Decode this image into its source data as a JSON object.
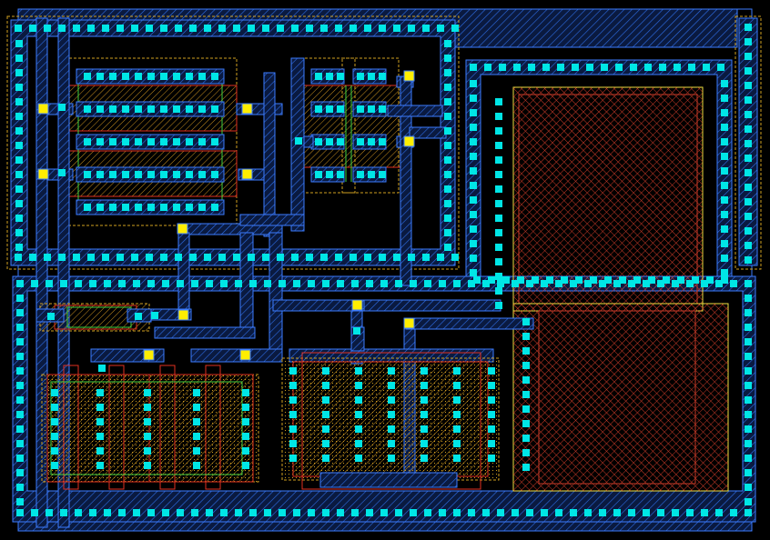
{
  "colors": {
    "background": "#000000",
    "metal1": "#2f6fe8",
    "metal1_line": "#3c7cff",
    "contact": "#00e6e6",
    "via": "#ffee00",
    "poly": "#e03020",
    "pdiff": "#c8a020",
    "ndiff": "#e0b030",
    "nwell": "#f0c040",
    "active_green": "#40d040",
    "cap_plate": "#c84030",
    "cap_outline": "#f0e040"
  },
  "layers": [
    "metal1",
    "metal2",
    "poly",
    "pdiff",
    "ndiff",
    "nwell",
    "contact",
    "via",
    "capacitor"
  ]
}
